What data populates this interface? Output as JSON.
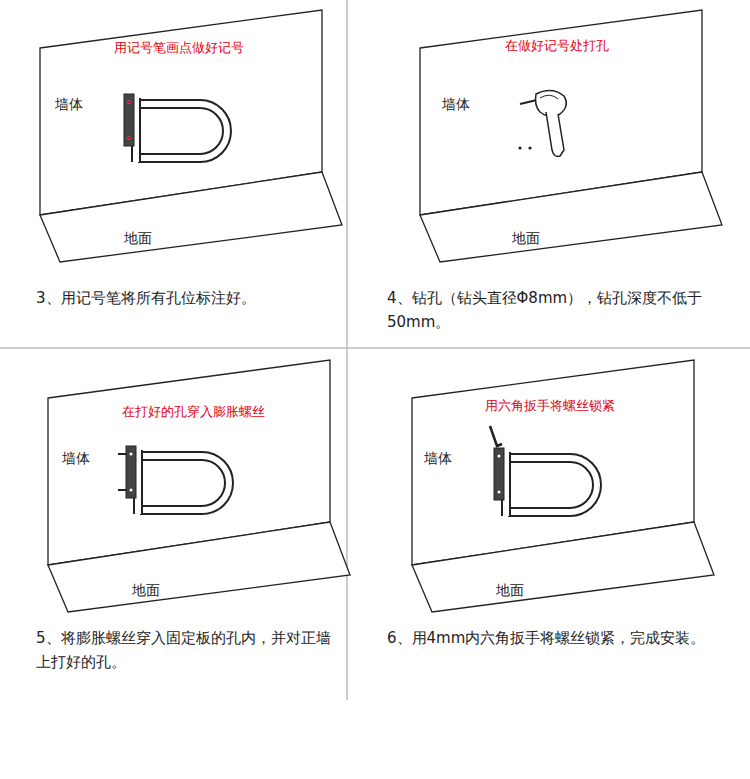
{
  "diagram": {
    "labels": [
      "用记号笔画点做好记号",
      "墙体",
      "地面",
      "3、用记号笔将所有孔位标注好。",
      "在做好记号处打孔",
      "墙体",
      "地面",
      "4、钻孔（钻头直径Φ8mm），钻孔深度不低于50mm。",
      "在打好的孔穿入膨胀螺丝",
      "墙体",
      "地面",
      "5、将膨胀螺丝穿入固定板的孔内，并对正墙上打好的孔。",
      "用六角扳手将螺丝锁紧",
      "墙体",
      "地面",
      "6、用4mm内六角扳手将螺丝锁紧，完成安装。"
    ]
  }
}
